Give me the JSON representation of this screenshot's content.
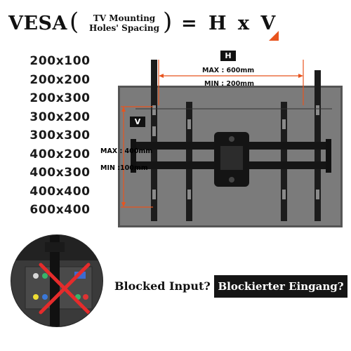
{
  "title": {
    "vesa": "VESA",
    "open_paren": "(",
    "subtitle_line1": "TV Mounting",
    "subtitle_line2": "Holes' Spacing",
    "close_paren": ")",
    "equation": "= H x V"
  },
  "vesa_sizes": [
    "200x100",
    "200x200",
    "200x300",
    "300x200",
    "300x300",
    "400x200",
    "400x300",
    "400x400",
    "600x400"
  ],
  "horizontal": {
    "badge": "H",
    "max_label": "MAX : 600mm",
    "min_label": "MIN : 200mm"
  },
  "vertical": {
    "badge": "V",
    "max_label": "MAX : 400mm",
    "min_label": "MIN :100mm"
  },
  "blocked": {
    "english": "Blocked Input?",
    "german": "Blockierter Eingang?"
  },
  "colors": {
    "accent": "#e8541e",
    "tv_screen": "#7b7b7b",
    "bracket": "#1c1c1c",
    "text": "#111111"
  }
}
